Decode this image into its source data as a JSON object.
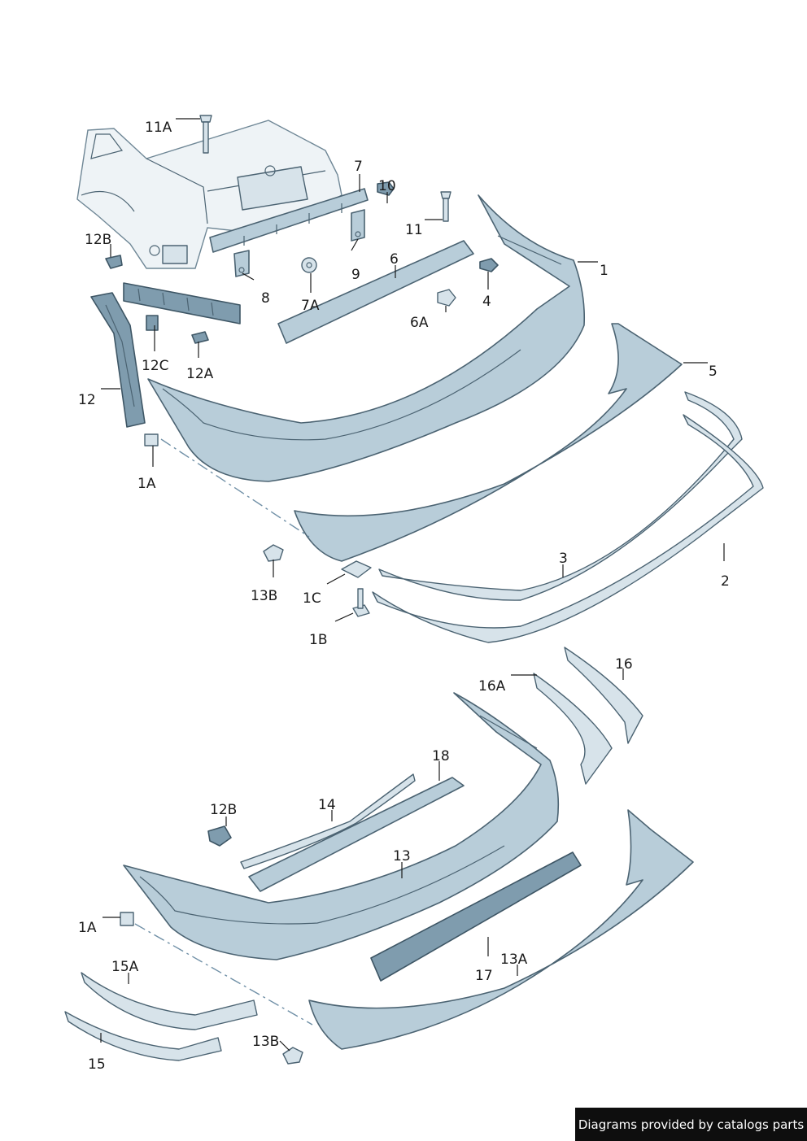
{
  "callouts": {
    "c1": "1",
    "c1A_top": "1A",
    "c1B": "1B",
    "c1C": "1C",
    "c2": "2",
    "c3": "3",
    "c4": "4",
    "c5": "5",
    "c6": "6",
    "c6A": "6A",
    "c7": "7",
    "c7A": "7A",
    "c8": "8",
    "c9": "9",
    "c10": "10",
    "c11": "11",
    "c11A": "11A",
    "c12": "12",
    "c12A": "12A",
    "c12B_top": "12B",
    "c12C": "12C",
    "c13B_top": "13B",
    "c16": "16",
    "c16A": "16A",
    "c18": "18",
    "c14": "14",
    "c12B_bottom": "12B",
    "c13": "13",
    "c1A_bottom": "1A",
    "c17": "17",
    "c13A": "13A",
    "c15A": "15A",
    "c15": "15",
    "c13B_bottom": "13B"
  },
  "footer": {
    "text": "Diagrams provided by catalogs parts"
  },
  "colors": {
    "part": "#b8cdd9",
    "outline": "#4b6372",
    "footer_bg": "#0e0e0e"
  }
}
